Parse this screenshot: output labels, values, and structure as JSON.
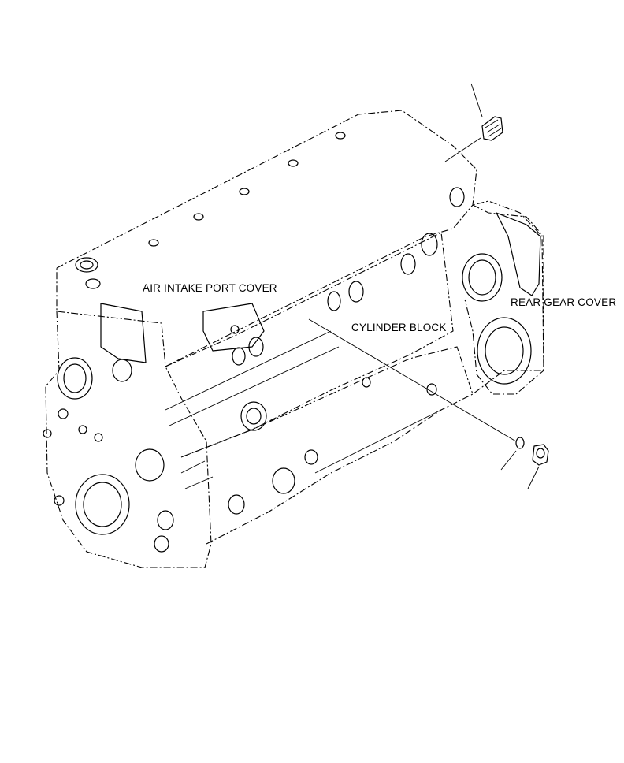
{
  "labels": {
    "air_intake_port_cover": "AIR INTAKE PORT COVER",
    "cylinder_block": "CYLINDER BLOCK",
    "rear_gear_cover": "REAR GEAR COVER"
  },
  "colors": {
    "ink": "#000000",
    "paper": "#ffffff"
  }
}
